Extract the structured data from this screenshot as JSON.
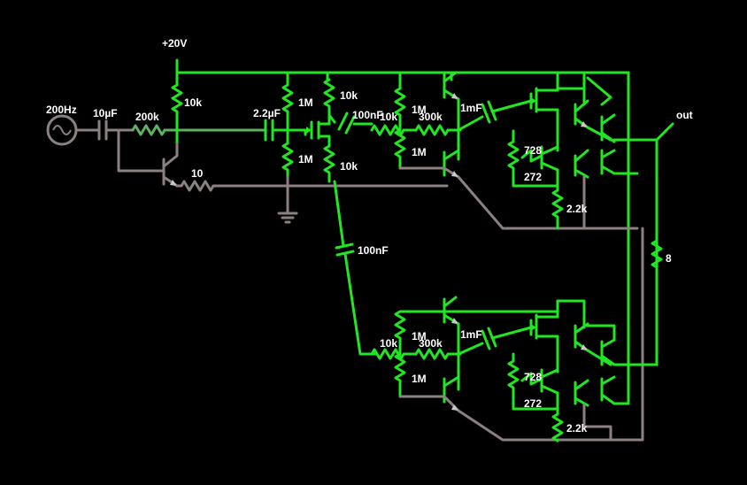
{
  "labels": {
    "supply": "+20V",
    "source": "200Hz",
    "c_in": "10µF",
    "r_in": "200k",
    "r_col": "10k",
    "r_emit": "10",
    "c_mid": "2.2µF",
    "r_bias_top": "1M",
    "r_bias_bot": "1M",
    "r_pi_top": "10k",
    "c_pi": "100nF",
    "r_pi_bot": "10k",
    "c_coup": "100nF",
    "u_r1": "10k",
    "u_r2": "300k",
    "u_r3": "1M",
    "u_r4": "1M",
    "u_c": "1mF",
    "u_pot_top": "728",
    "u_pot_bot": "272",
    "u_re": "2.2k",
    "l_r1": "10k",
    "l_r2": "300k",
    "l_r3": "1M",
    "l_r4": "1M",
    "l_c": "1mF",
    "l_pot_top": "728",
    "l_pot_bot": "272",
    "l_re": "2.2k",
    "load": "8",
    "out": "out"
  },
  "colors": {
    "wire_active": "#21e621",
    "wire_inactive": "#8c8080",
    "background": "#000000"
  }
}
